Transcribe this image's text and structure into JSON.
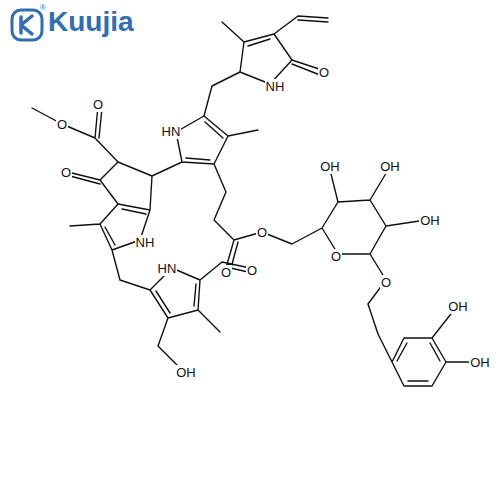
{
  "diagram": {
    "labels": [
      "Kuujia",
      "®",
      "O",
      "O",
      "O",
      "NH",
      "HN",
      "NH",
      "O",
      "HN",
      "O",
      "OH",
      "O",
      "O",
      "OH",
      "OH",
      "OH",
      "O",
      "O",
      "OH",
      "OH"
    ]
  }
}
